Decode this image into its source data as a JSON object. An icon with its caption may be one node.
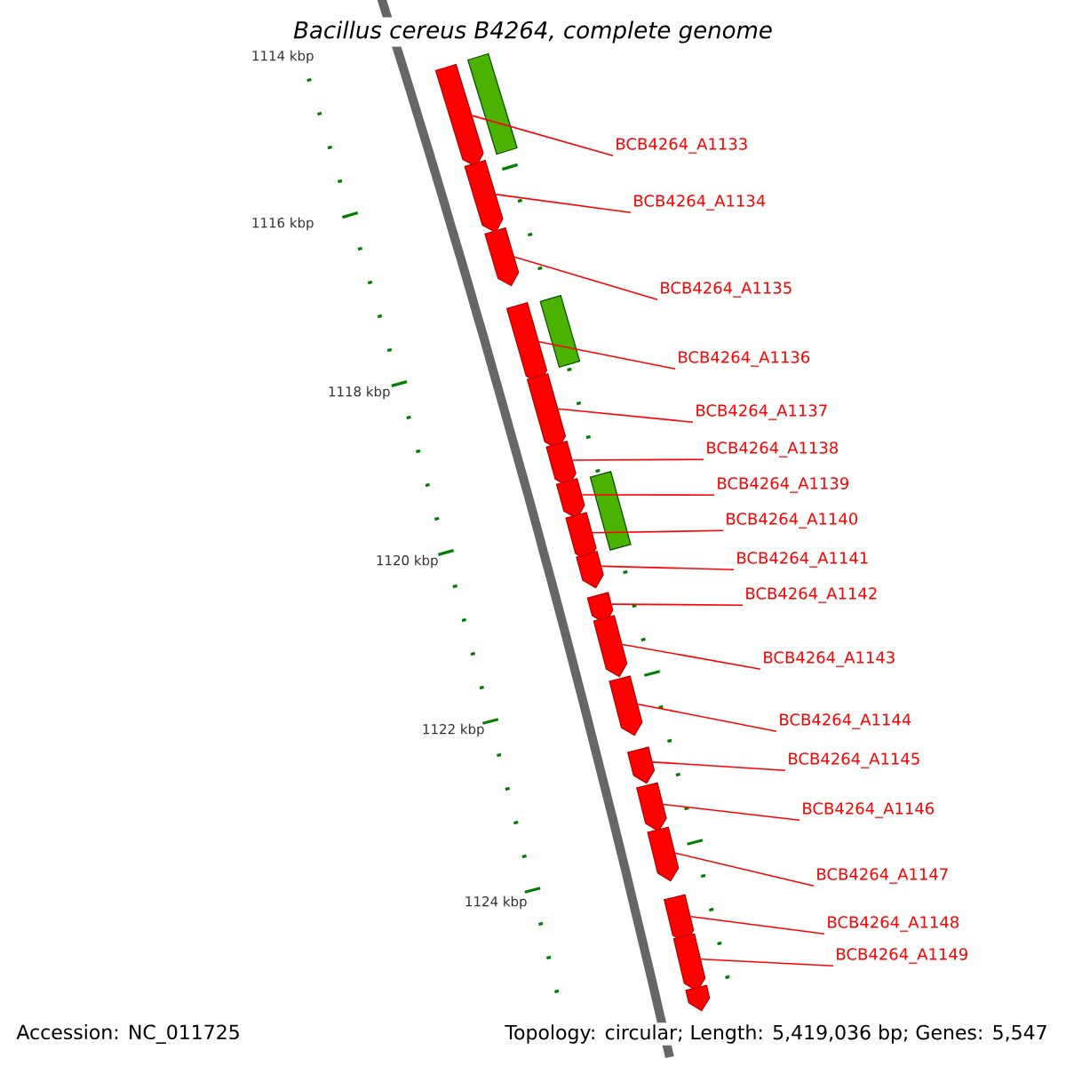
{
  "diagram": {
    "title": "*Bacillus cereus B4264*, complete genome",
    "nodes": [
      {
        "text": [
          "BCB4264_A1133"
        ]
      },
      {
        "text": [
          "BCB4264_A1134"
        ]
      },
      {
        "text": [
          "BCB4264_A1135"
        ]
      },
      {
        "text": [
          "BCB4264_A1136"
        ]
      },
      {
        "text": [
          "BCB4264_A1137"
        ]
      },
      {
        "text": [
          "BCB4264_A1138"
        ]
      },
      {
        "text": [
          "BCB4264_A1139"
        ]
      },
      {
        "text": [
          "BCB4264_A1140"
        ]
      },
      {
        "text": [
          "BCB4264_A1141"
        ]
      },
      {
        "text": [
          "BCB4264_A1142"
        ]
      },
      {
        "text": [
          "BCB4264_A1143"
        ]
      },
      {
        "text": [
          "BCB4264_A1144"
        ]
      },
      {
        "text": [
          "BCB4264_A1145"
        ]
      },
      {
        "text": [
          "BCB4264_A1146"
        ]
      },
      {
        "text": [
          "BCB4264_A1147"
        ]
      },
      {
        "text": [
          "BCB4264_A1148"
        ]
      },
      {
        "text": [
          "BCB4264_A1149"
        ]
      },
      {
        "text": [],
        "shape": "pentagon"
      },
      {
        "text": [],
        "shape": "pentagon"
      },
      {
        "text": [],
        "shape": "pentagon"
      },
      {
        "text": [],
        "shape": "pentagon"
      },
      {
        "text": [],
        "shape": "pentagon"
      },
      {
        "text": [],
        "shape": "pentagon"
      },
      {
        "text": [],
        "shape": "pentagon"
      },
      {
        "text": [],
        "shape": "pentagon"
      },
      {
        "text": [],
        "shape": "pentagon"
      },
      {
        "text": [],
        "shape": "pentagon"
      },
      {
        "text": [],
        "shape": "pentagon"
      },
      {
        "text": [],
        "shape": "pentagon"
      },
      {
        "text": [],
        "shape": "pentagon"
      },
      {
        "text": [],
        "shape": "pentagon"
      },
      {
        "text": [],
        "shape": "pentagon"
      },
      {
        "text": [],
        "shape": "pentagon"
      },
      {
        "text": [],
        "shape": "pentagon"
      },
      {
        "text": [],
        "shape": "pentagon"
      },
      {
        "text": [],
        "shape": "bar"
      },
      {
        "text": [],
        "shape": "bar"
      },
      {
        "text": [],
        "shape": "bar"
      }
    ],
    "edges": [
      {
        "from": 0,
        "to": 17,
        "arrow": "none"
      },
      {
        "from": 1,
        "to": 18,
        "arrow": "none"
      },
      {
        "from": 2,
        "to": 19,
        "arrow": "none"
      },
      {
        "from": 3,
        "to": 20,
        "arrow": "none"
      },
      {
        "from": 4,
        "to": 21,
        "arrow": "none"
      },
      {
        "from": 5,
        "to": 22,
        "arrow": "none"
      },
      {
        "from": 6,
        "to": 23,
        "arrow": "none"
      },
      {
        "from": 7,
        "to": 24,
        "arrow": "none"
      },
      {
        "from": 8,
        "to": 25,
        "arrow": "none"
      },
      {
        "from": 9,
        "to": 26,
        "arrow": "none"
      },
      {
        "from": 10,
        "to": 27,
        "arrow": "none"
      },
      {
        "from": 11,
        "to": 28,
        "arrow": "none"
      },
      {
        "from": 12,
        "to": 29,
        "arrow": "none"
      },
      {
        "from": 13,
        "to": 30,
        "arrow": "none"
      },
      {
        "from": 14,
        "to": 31,
        "arrow": "none"
      },
      {
        "from": 15,
        "to": 32,
        "arrow": "none"
      },
      {
        "from": 16,
        "to": 33,
        "arrow": "none"
      }
    ],
    "labels": [
      "1114 kbp",
      "1116 kbp",
      "1118 kbp",
      "1120 kbp",
      "1122 kbp",
      "1124 kbp",
      "Accession: NC_011725",
      "Topology: circular; Length: 5,419,036 bp; Genes: 5,547"
    ]
  }
}
